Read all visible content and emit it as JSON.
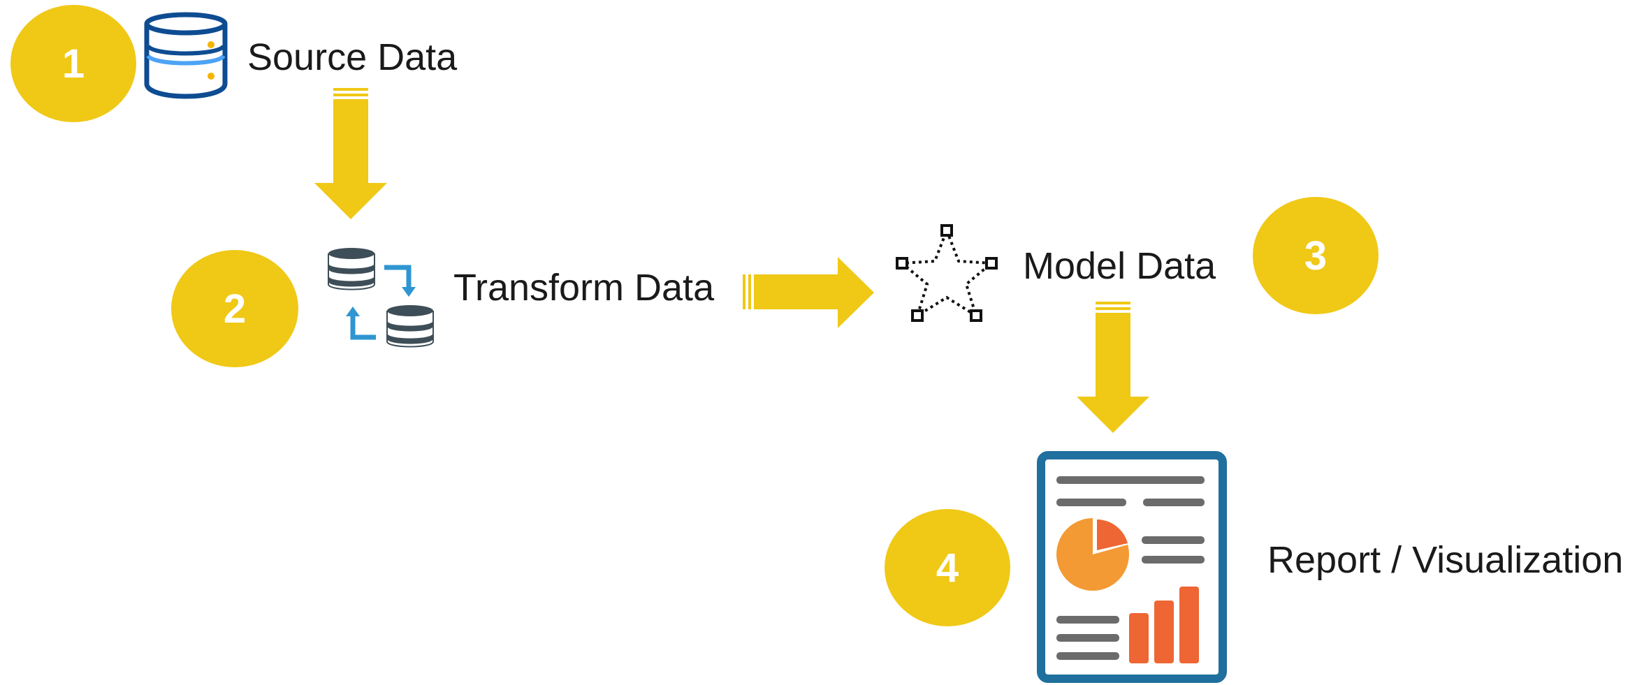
{
  "colors": {
    "badge": "#F0C816",
    "arrow": "#F0C816",
    "text": "#1a1a1a",
    "db_outline": "#0E4C92",
    "db_accent": "#4DA3F5",
    "db_dot": "#F5B400",
    "stack_dark": "#3E4E58",
    "sync_arrow": "#2F96D1",
    "report_frame": "#1F6F9F",
    "report_line": "#6B6B6B",
    "pie_orange": "#F39A34",
    "pie_red": "#EE6633",
    "bar_orange": "#EE6633"
  },
  "steps": [
    {
      "number": "1",
      "label": "Source Data",
      "icon": "database-icon"
    },
    {
      "number": "2",
      "label": "Transform Data",
      "icon": "database-sync-icon"
    },
    {
      "number": "3",
      "label": "Model Data",
      "icon": "star-model-icon"
    },
    {
      "number": "4",
      "label": "Report / Visualization",
      "icon": "report-icon"
    }
  ]
}
